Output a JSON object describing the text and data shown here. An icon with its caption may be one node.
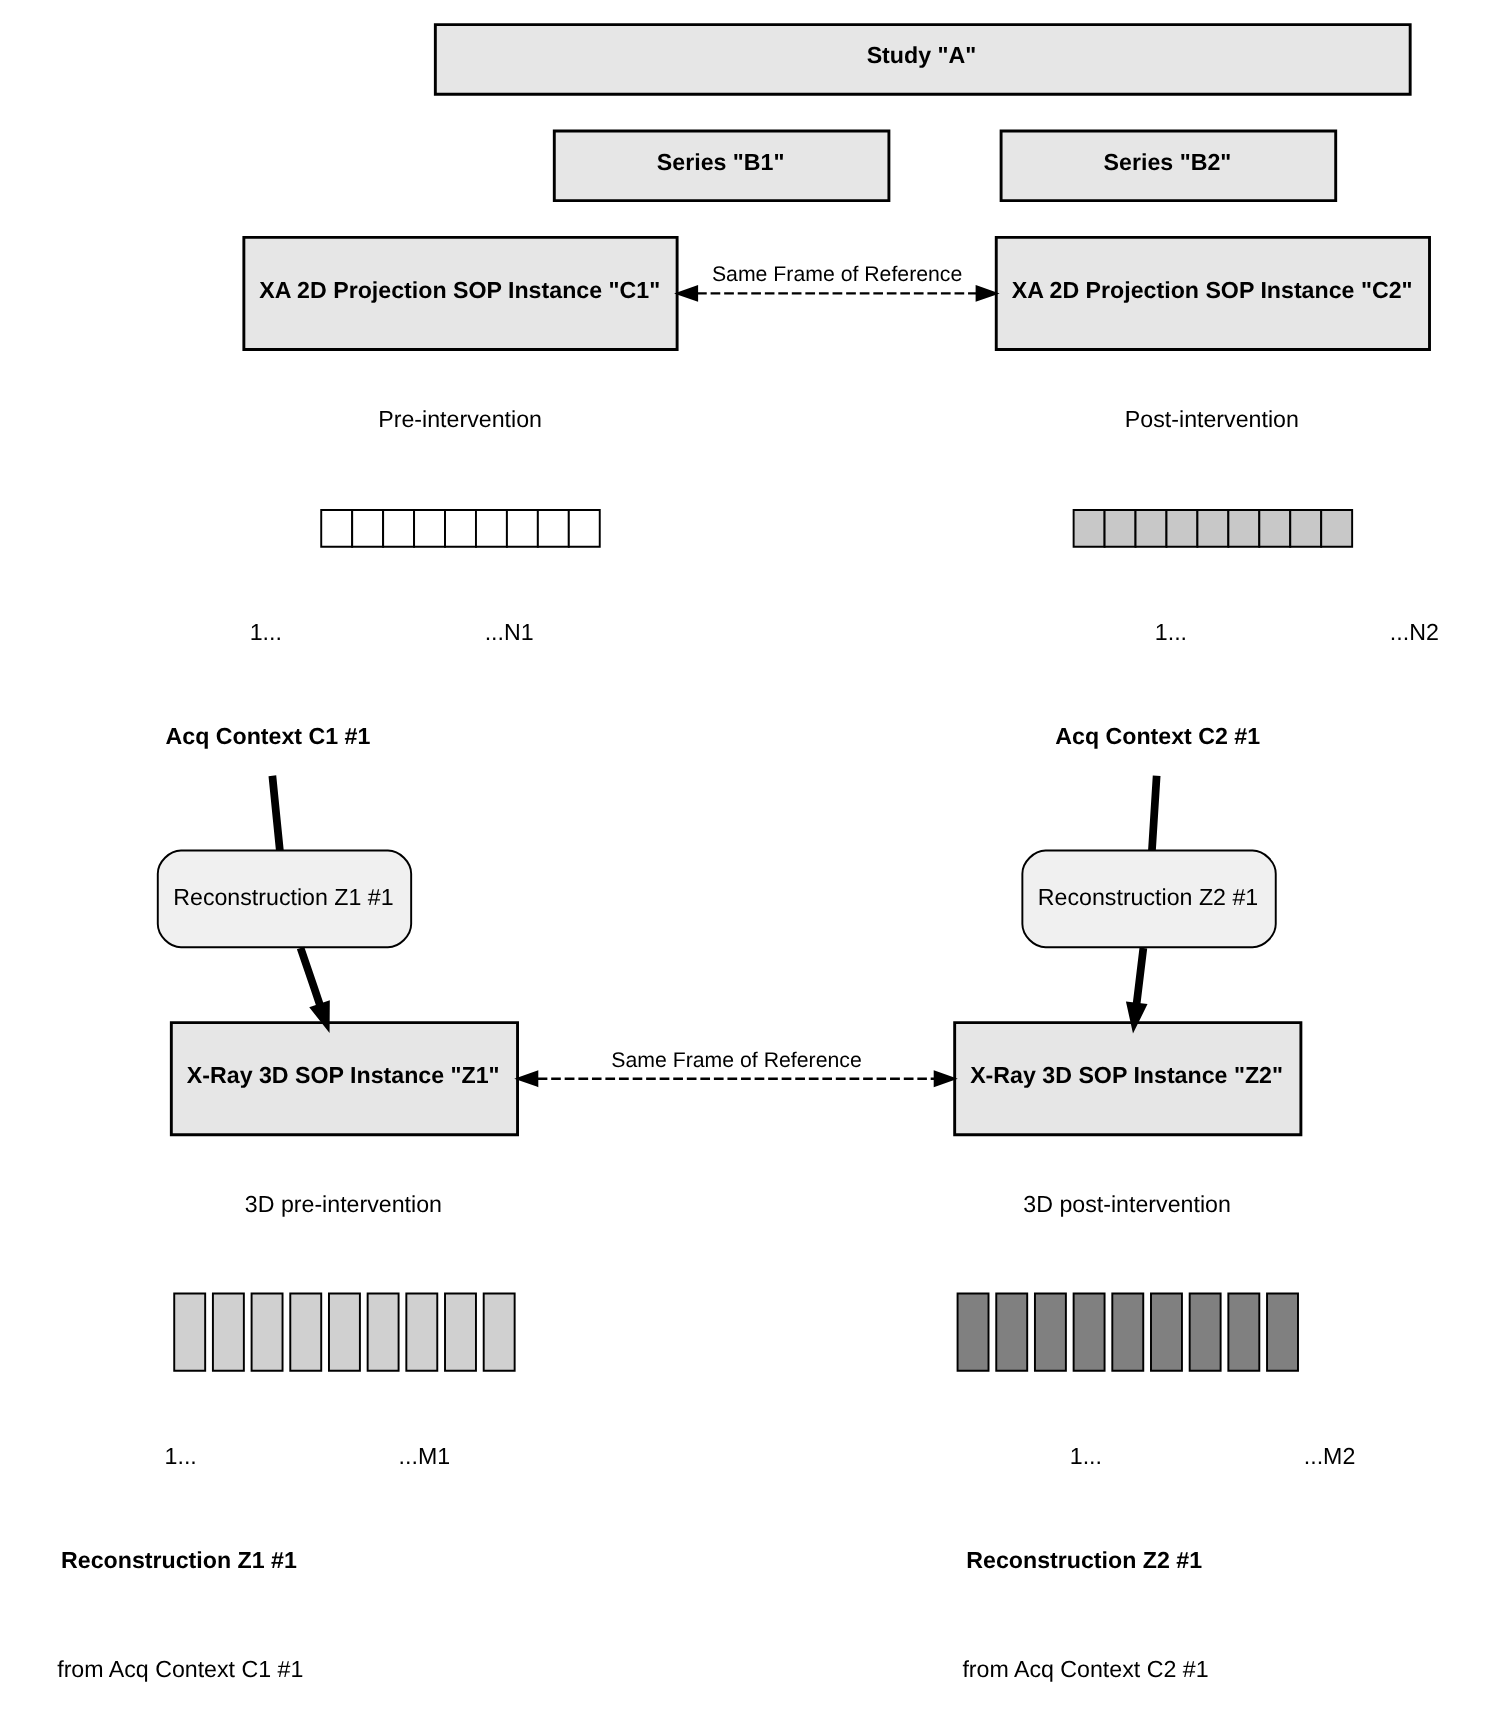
{
  "diagram": {
    "nodes": [
      {
        "text": [
          "Study \"A\""
        ]
      },
      {
        "text": [
          "Series \"B1\""
        ]
      },
      {
        "text": [
          "Series \"B2\""
        ]
      },
      {
        "text": [
          "XA 2D Projection SOP Instance \"C1\""
        ]
      },
      {
        "text": [
          "XA 2D Projection SOP Instance \"C2\""
        ]
      },
      {
        "text": [
          "Acq Context C1 #1"
        ]
      },
      {
        "text": [
          "Acq Context C2 #1"
        ]
      },
      {
        "text": [
          "Reconstruction Z1 #1"
        ]
      },
      {
        "text": [
          "Reconstruction Z2 #1"
        ]
      },
      {
        "text": [
          "X-Ray 3D SOP Instance \"Z1\""
        ]
      },
      {
        "text": [
          "X-Ray 3D SOP Instance \"Z2\""
        ]
      },
      {
        "text": [],
        "shape": "box"
      },
      {
        "text": [],
        "shape": "box"
      },
      {
        "text": [],
        "shape": "box"
      },
      {
        "text": [],
        "shape": "box"
      }
    ],
    "edges": [
      {
        "from": 3,
        "to": 4,
        "arrow": "both",
        "label": "Same Frame of Reference",
        "style": "dashed"
      },
      {
        "from": 5,
        "to": 7,
        "arrow": "none"
      },
      {
        "from": 6,
        "to": 8,
        "arrow": "none"
      },
      {
        "from": 7,
        "to": 9,
        "arrow": "to"
      },
      {
        "from": 8,
        "to": 10,
        "arrow": "to"
      },
      {
        "from": 9,
        "to": 10,
        "arrow": "both",
        "label": "Same Frame of Reference",
        "style": "dashed"
      }
    ],
    "labels": [
      "Pre-intervention",
      "Post-intervention",
      "1...",
      "...N1",
      "1...",
      "...N2",
      "3D pre-intervention",
      "3D post-intervention",
      "1...",
      "...M1",
      "1...",
      "...M2",
      "Reconstruction Z1 #1",
      "from Acq Context C1 #1",
      "Reconstruction Z2 #1",
      "from Acq Context C2 #1"
    ]
  }
}
